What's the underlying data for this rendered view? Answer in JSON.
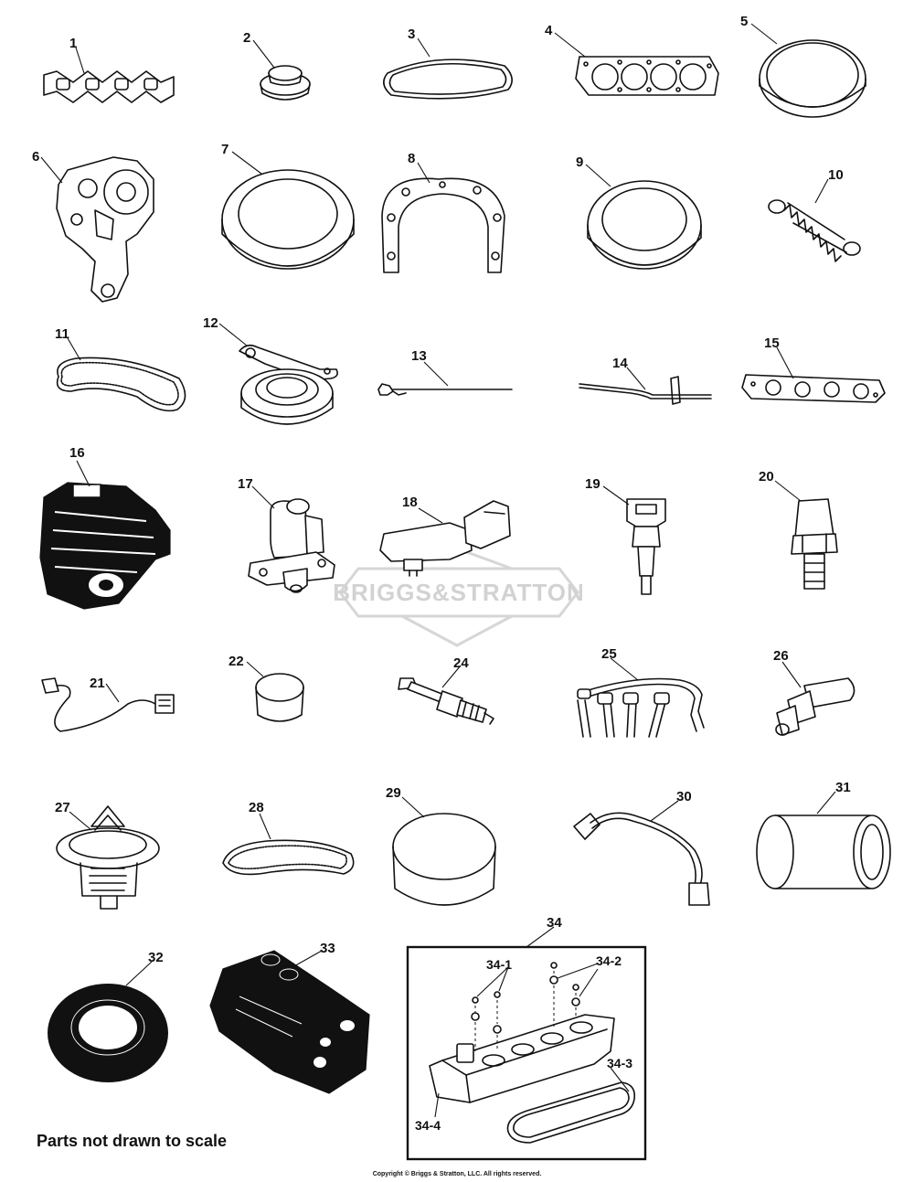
{
  "watermark": {
    "text": "BRIGGS&STRATTON"
  },
  "callouts": {
    "p1": "1",
    "p2": "2",
    "p3": "3",
    "p4": "4",
    "p5": "5",
    "p6": "6",
    "p7": "7",
    "p8": "8",
    "p9": "9",
    "p10": "10",
    "p11": "11",
    "p12": "12",
    "p13": "13",
    "p14": "14",
    "p15": "15",
    "p16": "16",
    "p17": "17",
    "p18": "18",
    "p19": "19",
    "p20": "20",
    "p21": "21",
    "p22": "22",
    "p24": "24",
    "p25": "25",
    "p26": "26",
    "p27": "27",
    "p28": "28",
    "p29": "29",
    "p30": "30",
    "p31": "31",
    "p32": "32",
    "p33": "33",
    "p34": "34",
    "p34_1": "34-1",
    "p34_2": "34-2",
    "p34_3": "34-3",
    "p34_4": "34-4"
  },
  "note": "Parts not drawn to scale",
  "copyright": "Copyright © Briggs & Stratton, LLC. All rights reserved."
}
